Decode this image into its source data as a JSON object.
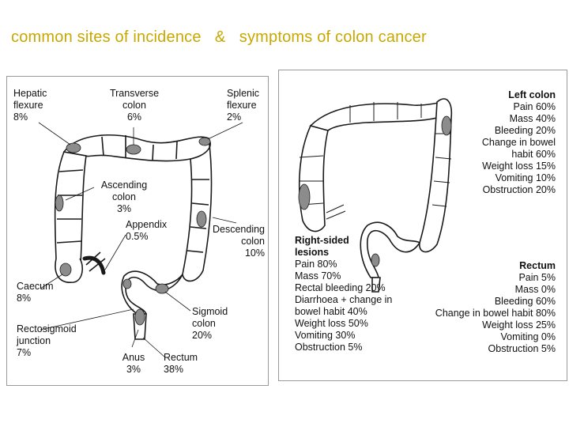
{
  "title": "common sites of incidence   &   symptoms of colon cancer",
  "left": {
    "hepatic": {
      "name_1": "Hepatic",
      "name_2": "flexure",
      "pct": "8%"
    },
    "transverse": {
      "name_1": "Transverse",
      "name_2": "colon",
      "pct": "6%"
    },
    "splenic": {
      "name_1": "Splenic",
      "name_2": "flexure",
      "pct": "2%"
    },
    "ascending": {
      "name_1": "Ascending",
      "name_2": "colon",
      "pct": "3%"
    },
    "appendix": {
      "name": "Appendix",
      "pct": "0.5%"
    },
    "descending": {
      "name_1": "Descending",
      "name_2": "colon",
      "pct": "10%"
    },
    "caecum": {
      "name": "Caecum",
      "pct": "8%"
    },
    "rectosigmoid": {
      "name_1": "Rectosigmoid",
      "name_2": "junction",
      "pct": "7%"
    },
    "sigmoid": {
      "name_1": "Sigmoid",
      "name_2": "colon",
      "pct": "20%"
    },
    "anus": {
      "name": "Anus",
      "pct": "3%"
    },
    "rectum": {
      "name": "Rectum",
      "pct": "38%"
    }
  },
  "right": {
    "left_colon": {
      "heading": "Left colon",
      "items": [
        "Pain 60%",
        "Mass 40%",
        "Bleeding 20%",
        "Change in bowel",
        "habit 60%",
        "Weight loss 15%",
        "Vomiting 10%",
        "Obstruction 20%"
      ]
    },
    "right_sided": {
      "heading_1": "Right-sided",
      "heading_2": "lesions",
      "items": [
        "Pain 80%",
        "Mass 70%",
        "Rectal bleeding 20%",
        "Diarrhoea + change in",
        "bowel habit 40%",
        "Weight loss 50%",
        "Vomiting 30%",
        "Obstruction 5%"
      ]
    },
    "rectum": {
      "heading": "Rectum",
      "items": [
        "Pain 5%",
        "Mass 0%",
        "Bleeding 60%",
        "Change in bowel habit 80%",
        "Weight loss 25%",
        "Vomiting 0%",
        "Obstruction 5%"
      ]
    }
  },
  "colors": {
    "title": "#c8a800",
    "lesion": "#8c8c8c",
    "outline": "#1a1a1a"
  }
}
